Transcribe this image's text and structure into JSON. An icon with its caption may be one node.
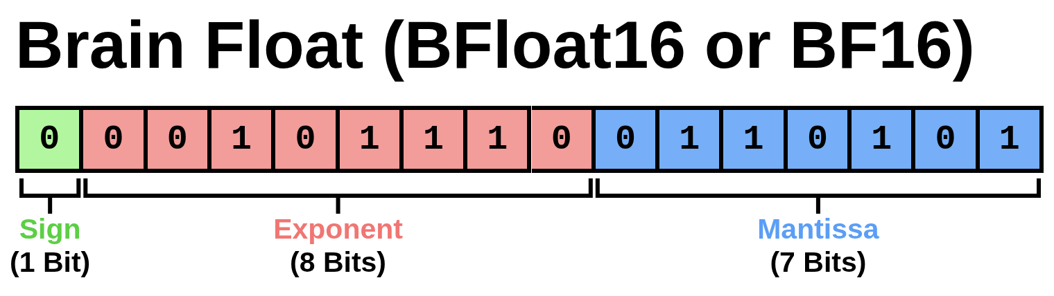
{
  "diagram": {
    "title": "Brain Float (BFloat16 or BF16)",
    "nodes": [
      {
        "text": [
          "0"
        ]
      },
      {
        "text": [
          "0"
        ]
      },
      {
        "text": [
          "0"
        ]
      },
      {
        "text": [
          "1"
        ]
      },
      {
        "text": [
          "0"
        ]
      },
      {
        "text": [
          "1"
        ]
      },
      {
        "text": [
          "1"
        ]
      },
      {
        "text": [
          "1"
        ]
      },
      {
        "text": [
          "0"
        ]
      },
      {
        "text": [
          "0"
        ]
      },
      {
        "text": [
          "1"
        ]
      },
      {
        "text": [
          "1"
        ]
      },
      {
        "text": [
          "0"
        ]
      },
      {
        "text": [
          "1"
        ]
      },
      {
        "text": [
          "0"
        ]
      },
      {
        "text": [
          "1"
        ]
      }
    ],
    "edges": [],
    "labels": [
      "Sign",
      "(1 Bit)",
      "Exponent",
      "(8 Bits)",
      "Mantissa",
      "(7 Bits)"
    ]
  }
}
